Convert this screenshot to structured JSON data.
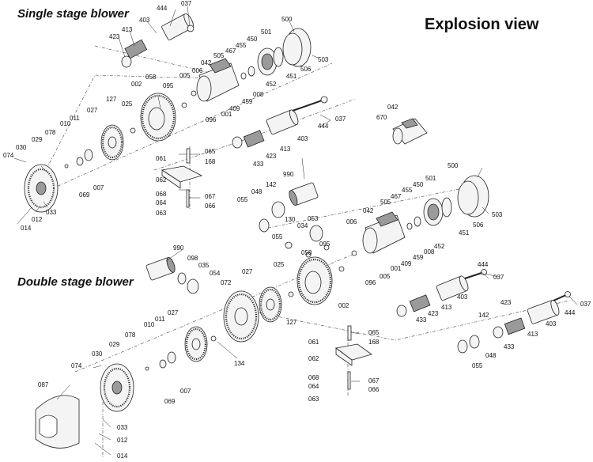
{
  "title": "Explosion view",
  "sections": {
    "single": "Single stage blower",
    "double": "Double stage blower"
  },
  "parts": {
    "s444": "444",
    "s037": "037",
    "s403": "403",
    "s413": "413",
    "s423": "423",
    "s500": "500",
    "s501": "501",
    "s450": "450",
    "s455": "455",
    "s467": "467",
    "s505": "505",
    "s006": "006",
    "s005": "005",
    "s042": "042",
    "s503": "503",
    "s506": "506",
    "s451": "451",
    "s452": "452",
    "s008": "008",
    "s459": "459",
    "s409": "409",
    "s001": "001",
    "s058": "058",
    "s095": "095",
    "s096": "096",
    "s002": "002",
    "s127": "127",
    "s025": "025",
    "s027": "027",
    "s011": "011",
    "s010": "010",
    "s078": "078",
    "s029": "029",
    "s030": "030",
    "s074": "074",
    "s007": "007",
    "s069": "069",
    "s033": "033",
    "s012": "012",
    "s014": "014",
    "s065": "065",
    "s168": "168",
    "s061": "061",
    "s062": "062",
    "s068": "068",
    "s064": "064",
    "s063": "063",
    "s067": "067",
    "s066": "066",
    "s433": "433",
    "s423b": "423",
    "s413b": "413",
    "s403b": "403",
    "s444b": "444",
    "s037b": "037",
    "g042": "042",
    "g670": "670",
    "d990a": "990",
    "d142a": "142",
    "d048a": "048",
    "d055a": "055",
    "d130": "130",
    "d034": "034",
    "d053": "053",
    "d055b": "055",
    "d058": "058",
    "d095": "095",
    "d006": "006",
    "d042": "042",
    "d505": "505",
    "d467": "467",
    "d455": "455",
    "d450": "450",
    "d501": "501",
    "d500": "500",
    "d503": "503",
    "d506": "506",
    "d451": "451",
    "d452": "452",
    "d008": "008",
    "d459": "459",
    "d409": "409",
    "d001": "001",
    "d005": "005",
    "d096": "096",
    "d025": "025",
    "d002": "002",
    "d127": "127",
    "d990b": "990",
    "d098": "098",
    "d035": "035",
    "d054": "054",
    "d072": "072",
    "d027a": "027",
    "d027b": "027",
    "d011": "011",
    "d010": "010",
    "d078": "078",
    "d029": "029",
    "d030": "030",
    "d074": "074",
    "d087": "087",
    "d134": "134",
    "d007": "007",
    "d069": "069",
    "d033": "033",
    "d012": "012",
    "d014": "014",
    "d444a": "444",
    "d037a": "037",
    "d403a": "403",
    "d413a": "413",
    "d423a": "423",
    "d433a": "433",
    "d142b": "142",
    "d423b": "423",
    "d433b": "433",
    "d048b": "048",
    "d055c": "055",
    "d413b": "413",
    "d403b": "403",
    "d444b": "444",
    "d037b": "037",
    "d065": "065",
    "d168": "168",
    "d061": "061",
    "d062": "062",
    "d068": "068",
    "d064": "064",
    "d063": "063",
    "d067": "067",
    "d066": "066"
  }
}
